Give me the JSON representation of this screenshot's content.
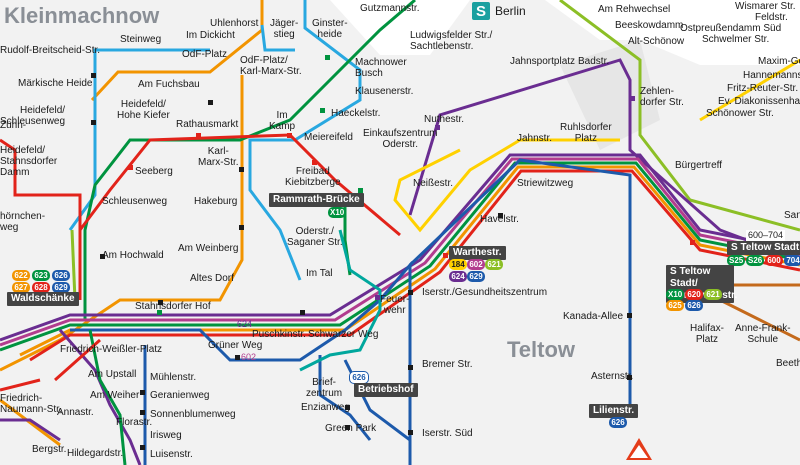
{
  "districts": {
    "kleinmachnow": "Kleinmachnow",
    "teltow": "Teltow"
  },
  "sbahn": {
    "symbol": "S",
    "label": "Berlin"
  },
  "hubs": {
    "rammrath": "Rammrath-Brücke",
    "warthestr": "Warthestr.",
    "betriebshof": "Betriebshof",
    "waldschaenke": "Waldschänke",
    "teltow_stadt": "S Teltow Stadt",
    "teltow_stadt_gonf": "S Teltow Stadt/ Gonfrevillestr.",
    "lilienstr": "Lilienstr."
  },
  "colors": {
    "red": "#e2231a",
    "green": "#00933f",
    "blue": "#1d5aab",
    "purple": "#6a2d91",
    "magenta": "#b23c8e",
    "orange": "#f29400",
    "yellow": "#ffd100",
    "cyan": "#29a8e0",
    "lime": "#8cbf26",
    "teal": "#00a79d",
    "brown": "#c46a1c",
    "darkgrey": "#4a4a4a",
    "background": "#f2f2f2"
  },
  "stations": {
    "s01": "Uhlenhorst",
    "s02": "Jäger-\nstieg",
    "s03": "Ginster-\nheide",
    "s04": "Gutzmannstr.",
    "s05": "Am Rehwechsel",
    "s06": "Beeskowdamm",
    "s07": "Alt-Schönow",
    "s08": "Wismarer Str.",
    "s09": "Feldstr.",
    "s10": "Ostpreußendamm Süd",
    "s11": "Schwelmer Str.",
    "s12": "Steinweg",
    "s13": "Im Dickicht",
    "s14": "Rudolf-Breitscheid-Str.",
    "s15": "OdF-Platz",
    "s16": "OdF-Platz/\nKarl-Marx-Str.",
    "s17": "Ludwigsfelder Str./\nSachtlebenstr.",
    "s18": "Märkische Heide",
    "s19": "Am Fuchsbau",
    "s20": "Machnower\nBusch",
    "s21": "Jahnsportplatz",
    "s22": "Badstr.",
    "s23": "Zehlen-\ndorfer Str.",
    "s24": "Maxim-Gor",
    "s25": "Hannemannstr",
    "s26": "Fritz-Reuter-Str.",
    "s27": "Ev. Diakonissenhaus",
    "s28": "Schönower Str.",
    "s29": "Heidefeld/\nHohe Kiefer",
    "s30": "Klausenerstr.",
    "s31": "Heidefeld/\nSchleusenweg",
    "s32": "Rathausmarkt",
    "s33": "Im\nKamp",
    "s34": "Haeckelstr.",
    "s35": "Nuthestr.",
    "s36": "Meiereifeld",
    "s37": "Einkaufszentrum\nOderstr.",
    "s38": "Jahnstr.",
    "s39": "Ruhlsdorfer\nPlatz",
    "s40": "Heidefeld/\nStahnsdorfer\nDamm",
    "s41": "Karl-\nMarx-Str.",
    "s42": "Seeberg",
    "s43": "Freibad\nKiebitzberge",
    "s44": "Bürgertreff",
    "s45": "Neißestr.",
    "s46": "Striewitzweg",
    "s47": "Schleusenweg",
    "s48": "Hakeburg",
    "s49": "Havelstr.",
    "s50": "Oderstr./\nSaganer Str.",
    "s51": "Am Hochwald",
    "s52": "Am Weinberg",
    "s53": "Im Tal",
    "s54": "Altes Dorf",
    "s55": "Feuer-\nwehr",
    "s56": "Iserstr./Gesundheitszentrum",
    "s57": "Stahnsdorfer Hof",
    "s58": "Puschkinstr.",
    "s59": "Schwarzer Weg",
    "s60": "Kanada-Allee",
    "s61": "Halifax-\nPlatz",
    "s62": "Anne-Frank-\nSchule",
    "s63": "Friedrich-Weißler-Platz",
    "s64": "Grüner Weg",
    "s65": "Am Upstall",
    "s66": "Mühlenstr.",
    "s67": "Brief-\nzentrum",
    "s68": "Bremer Str.",
    "s69": "Asternstr.",
    "s70": "Am Weiher",
    "s71": "Geranienweg",
    "s72": "Friedrich-\nNaumann-Str.",
    "s73": "Sonnenblumenweg",
    "s74": "Annastr.",
    "s75": "Florastr.",
    "s76": "Enzianweg",
    "s77": "Irisweg",
    "s78": "Green Park",
    "s79": "Iserstr. Süd",
    "s80": "Bergstr.",
    "s81": "Hildegardstr.",
    "s82": "Luisenstr.",
    "s83": "Beeth",
    "s84": "Zühn-",
    "s85": "hörnchen-\nweg",
    "s86": "Sand"
  },
  "route_labels": {
    "r624": "624",
    "r602": "602",
    "r600_704": "600–704"
  },
  "badges": {
    "rammrath": [
      "X10"
    ],
    "warthestr": [
      "184",
      "602",
      "621",
      "624",
      "629"
    ],
    "waldschaenke": [
      "622",
      "623",
      "626",
      "627",
      "628",
      "629"
    ],
    "teltow_stadt": [
      "S25",
      "S26",
      "600",
      "704"
    ],
    "teltow_stadt_gonf": [
      "X10",
      "620",
      "621",
      "625",
      "626"
    ],
    "betriebshof": [
      "626"
    ],
    "lilienstr": [
      "626"
    ]
  },
  "badge_colors": {
    "X10": "#00933f",
    "184": "#ffd100",
    "602": "#b23c8e",
    "621": "#8cbf26",
    "624": "#6a2d91",
    "629": "#1d5aab",
    "622": "#f29400",
    "623": "#00933f",
    "626": "#1d5aab",
    "627": "#f29400",
    "628": "#e2231a",
    "S25": "#00933f",
    "S26": "#00933f",
    "600": "#e2231a",
    "704": "#1d5aab",
    "620": "#e2231a",
    "625": "#f29400"
  },
  "icons": {
    "roadworks": "roadworks-warning-icon"
  }
}
